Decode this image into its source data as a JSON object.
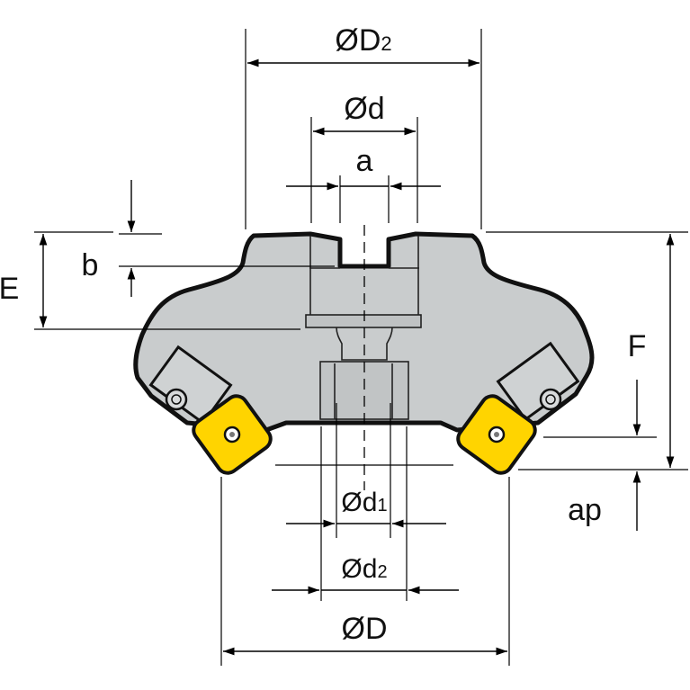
{
  "labels": {
    "D2": "ØD",
    "D2_sub": "2",
    "d": "Ød",
    "a": "a",
    "b": "b",
    "E": "E",
    "F": "F",
    "d1": "Ød",
    "d1_sub": "1",
    "d2": "Ød",
    "d2_sub": "2",
    "D": "ØD",
    "ap": "ap"
  },
  "colors": {
    "body": "#c9cccd",
    "outline": "#111111",
    "insert": "#ffd400",
    "line": "#000000"
  }
}
